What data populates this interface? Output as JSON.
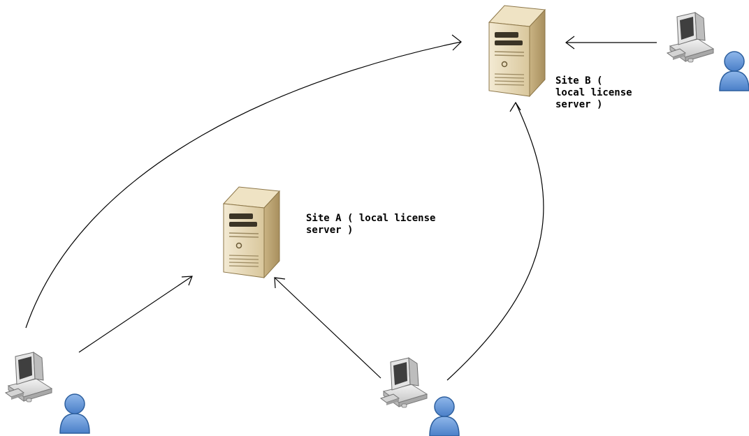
{
  "nodes": {
    "server_site_a": {
      "label_lines": [
        "Site A ( local license",
        "server )"
      ],
      "icon": "server-tower-icon"
    },
    "server_site_b": {
      "label_lines": [
        "Site B (",
        "local license",
        "server )"
      ],
      "icon": "server-tower-icon"
    },
    "client_bottom_left": {
      "icons": [
        "desktop-computer-icon",
        "user-icon"
      ]
    },
    "client_bottom_middle": {
      "icons": [
        "desktop-computer-icon",
        "user-icon"
      ]
    },
    "client_top_right": {
      "icons": [
        "desktop-computer-icon",
        "user-icon"
      ]
    }
  },
  "connections": [
    {
      "from": "client_bottom_left",
      "to": "server_site_a"
    },
    {
      "from": "client_bottom_left",
      "to": "server_site_b"
    },
    {
      "from": "client_bottom_middle",
      "to": "server_site_a"
    },
    {
      "from": "client_bottom_middle",
      "to": "server_site_b"
    },
    {
      "from": "client_top_right",
      "to": "server_site_b"
    }
  ],
  "colors": {
    "server_body": "#e6d6b0",
    "server_shade": "#b89f6e",
    "monitor_bezel": "#d8d8d8",
    "monitor_screen": "#4a4a4a",
    "user_fill": "#5b8ed6",
    "user_stroke": "#2d5f9e",
    "arrow": "#000000"
  }
}
